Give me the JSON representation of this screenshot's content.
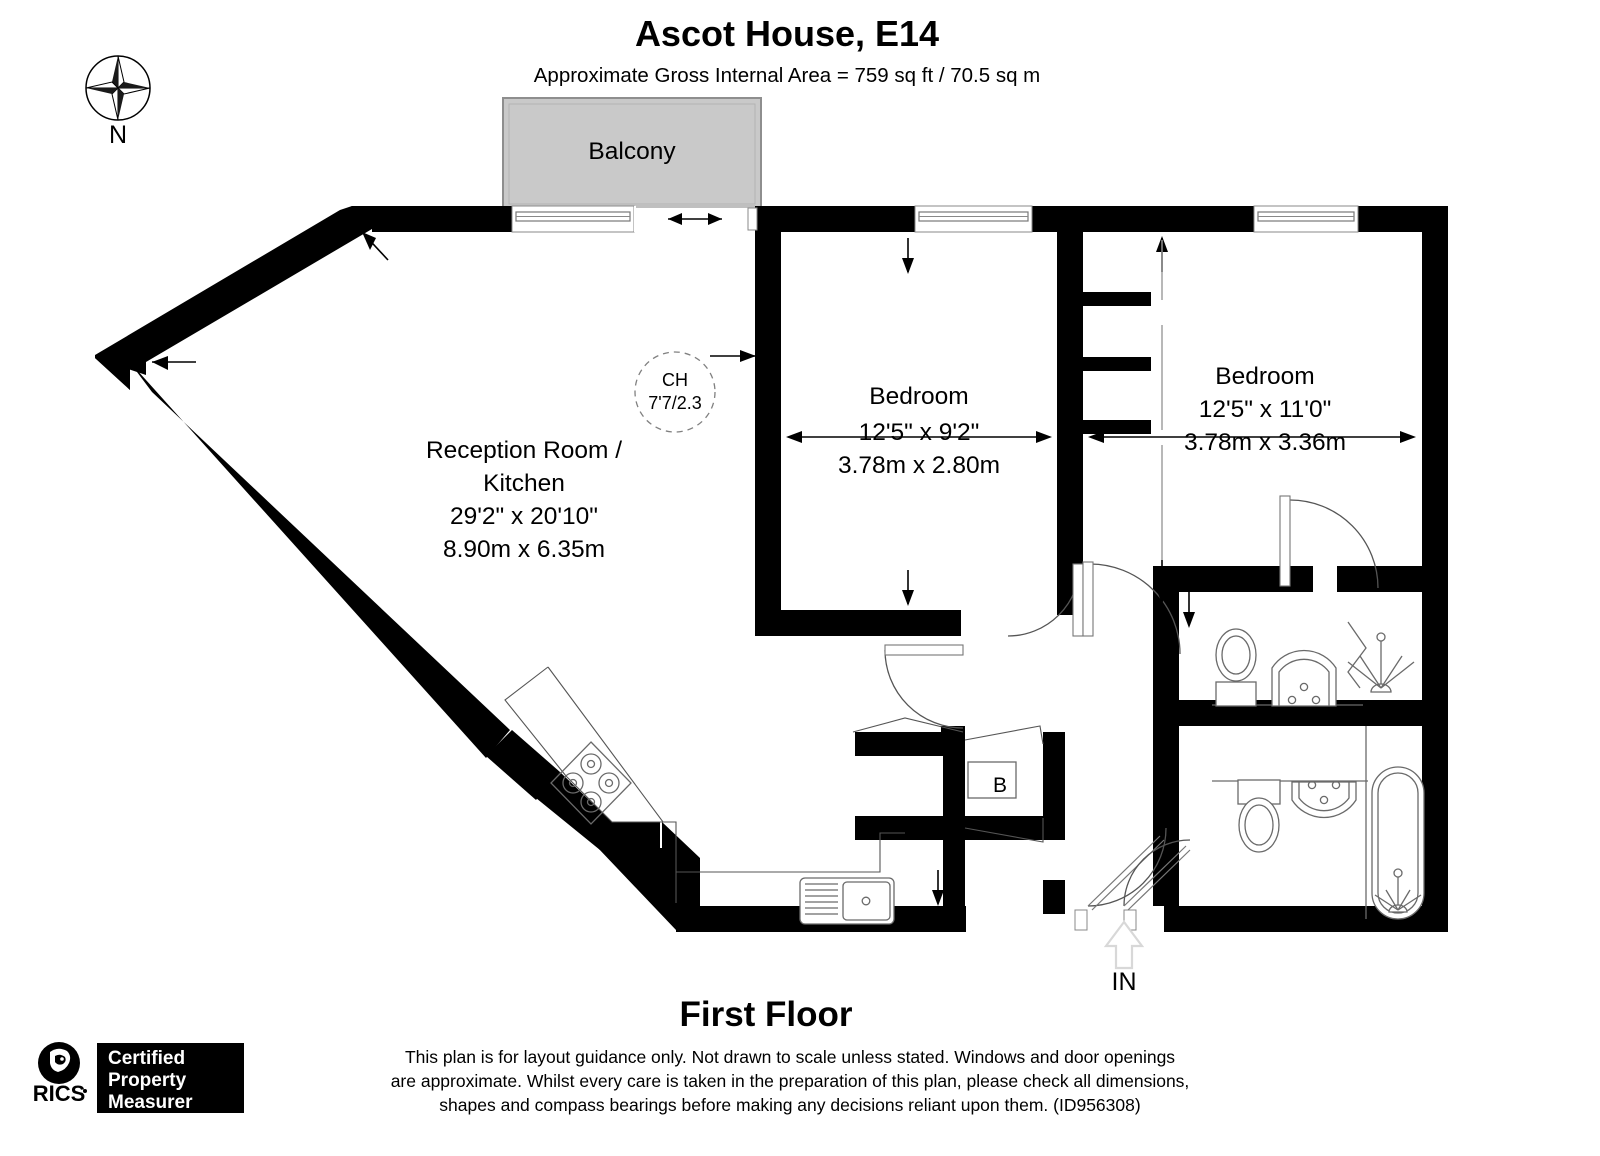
{
  "header": {
    "title": "Ascot House, E14",
    "subtitle": "Approximate Gross Internal Area = 759 sq ft / 70.5 sq m"
  },
  "compass": {
    "label": "N",
    "icon": "compass-rose-icon"
  },
  "rooms": [
    {
      "id": "balcony",
      "name": "Balcony",
      "lines": [
        "Balcony"
      ]
    },
    {
      "id": "reception-kitchen",
      "name": "Reception Room / Kitchen",
      "lines": [
        "Reception Room /",
        "Kitchen",
        "29'2\" x 20'10\"",
        "8.90m x 6.35m"
      ]
    },
    {
      "id": "bedroom-1",
      "name": "Bedroom",
      "lines": [
        "Bedroom",
        "12'5\" x 9'2\"",
        "3.78m x 2.80m"
      ]
    },
    {
      "id": "bedroom-2",
      "name": "Bedroom",
      "lines": [
        "Bedroom",
        "12'5\" x 11'0\"",
        "3.78m x 3.36m"
      ]
    }
  ],
  "ceiling_height": {
    "label": "CH",
    "value": "7'7/2.3"
  },
  "markers": {
    "boiler": "B",
    "entrance": "IN"
  },
  "floor_label": "First Floor",
  "disclaimer": {
    "line1": "This plan is for layout guidance only. Not drawn to scale unless stated. Windows and door openings",
    "line2": "are approximate. Whilst every care is taken in the preparation of this plan, please check all dimensions,",
    "line3": "shapes and compass bearings before making any decisions reliant upon them. (ID956308)"
  },
  "logo": {
    "brand": "RICS",
    "badge_line1": "Certified",
    "badge_line2": "Property",
    "badge_line3": "Measurer"
  },
  "colors": {
    "wall": "#000000",
    "balcony_fill": "#c9c9c9",
    "balcony_stroke": "#8e8e8e",
    "fixture_stroke": "#6a6a6a",
    "background": "#ffffff"
  },
  "chart_data": {
    "type": "table",
    "title": "Ascot House, E14 — First Floor",
    "total_area_sqft": 759,
    "total_area_sqm": 70.5,
    "ceiling_height_ft": "7'7",
    "ceiling_height_m": 2.3,
    "plan_id": "ID956308",
    "rooms": [
      {
        "name": "Reception Room / Kitchen",
        "imperial": "29'2\" x 20'10\"",
        "metric": "8.90m x 6.35m",
        "width_m": 8.9,
        "depth_m": 6.35
      },
      {
        "name": "Bedroom",
        "imperial": "12'5\" x 9'2\"",
        "metric": "3.78m x 2.80m",
        "width_m": 3.78,
        "depth_m": 2.8
      },
      {
        "name": "Bedroom",
        "imperial": "12'5\" x 11'0\"",
        "metric": "3.78m x 3.36m",
        "width_m": 3.78,
        "depth_m": 3.36
      },
      {
        "name": "Balcony",
        "imperial": "",
        "metric": "",
        "width_m": null,
        "depth_m": null
      }
    ],
    "fixtures": [
      "hob",
      "sink",
      "toilet",
      "basin",
      "shower",
      "toilet",
      "basin",
      "bathtub",
      "boiler",
      "wardrobe"
    ]
  }
}
